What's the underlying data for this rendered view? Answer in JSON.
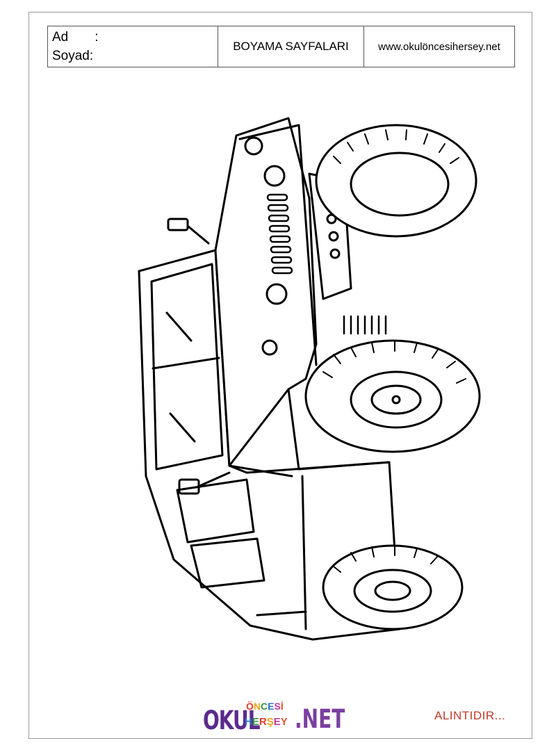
{
  "header": {
    "name_label": "Ad",
    "name_colon": ":",
    "surname_label": "Soyad:",
    "title": "BOYAMA SAYFALARI",
    "website": "www.okulöncesihersey.net"
  },
  "drawing": {
    "subject": "military-jeep-icon"
  },
  "logo": {
    "okul": "OKUL",
    "oncesi_letters": [
      "Ö",
      "N",
      "C",
      "E",
      "S",
      "İ"
    ],
    "hersey_letters": [
      "H",
      "E",
      "R",
      "Ş",
      "E",
      "Y"
    ],
    "net": ".NET"
  },
  "footer": {
    "credit": "ALINTIDIR..."
  },
  "colors": {
    "logo_primary": "#5b2a8e",
    "credit": "#c0392b"
  }
}
